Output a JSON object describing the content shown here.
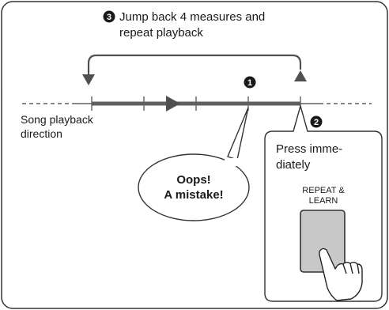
{
  "step3": {
    "marker": "3",
    "line1": "Jump back 4 measures and",
    "line2": "repeat playback"
  },
  "step1": {
    "marker": "1"
  },
  "step2": {
    "marker": "2"
  },
  "direction": {
    "line1": "Song playback",
    "line2": "direction"
  },
  "callout": {
    "line1": "Press imme-",
    "line2": "diately",
    "button_line1": "REPEAT &",
    "button_line2": "LEARN"
  },
  "bubble": {
    "line1": "Oops!",
    "line2": "A mistake!"
  },
  "colors": {
    "timeline": "#606060",
    "arrow": "#505050",
    "button_fill": "#c8c8c8",
    "border": "#333333"
  }
}
